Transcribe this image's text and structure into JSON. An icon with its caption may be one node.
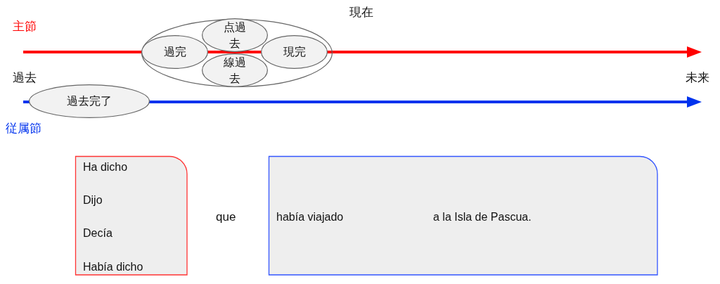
{
  "diagram": {
    "nodes": [
      {
        "text": [],
        "shape": "ellipse"
      },
      {
        "text": [
          "過完"
        ],
        "in": 0
      },
      {
        "text": [
          "点過去"
        ],
        "in": 0
      },
      {
        "text": [
          "線過去"
        ],
        "in": 0
      },
      {
        "text": [
          "現完"
        ],
        "in": 0
      },
      {
        "text": [
          "過去完了"
        ]
      },
      {
        "text": [
          "Ha dicho",
          "Dijo",
          "Decía",
          "Había dicho"
        ]
      },
      {
        "text": [
          "había viajado",
          "a la Isla de Pascua."
        ]
      }
    ],
    "edges": [],
    "labels": [
      "現在",
      "主節",
      "過去",
      "未来",
      "従属節",
      "que"
    ]
  }
}
